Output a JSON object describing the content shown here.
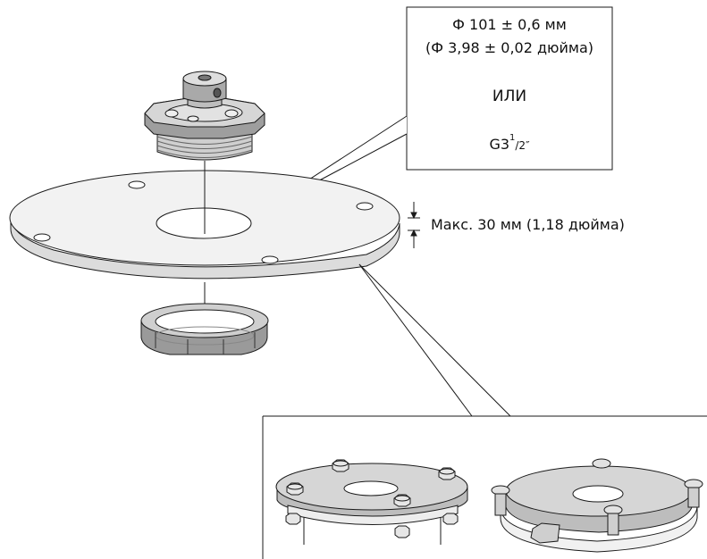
{
  "callout": {
    "diameter_mm": "Ф 101 ± 0,6 мм",
    "diameter_in": "(Ф 3,98 ± 0,02 дюйма)",
    "or_word": "ИЛИ",
    "thread_prefix": "G3",
    "thread_sup": "1",
    "thread_suffix": "/2″"
  },
  "thickness_label": "Макс. 30 мм (1,18 дюйма)",
  "colors": {
    "stroke": "#1a1a1a",
    "flange_fill": "#f2f2f2",
    "part_fill": "#d9d9d9",
    "part_dark": "#9a9a9a",
    "bolt_fill": "#e6e6e6"
  }
}
